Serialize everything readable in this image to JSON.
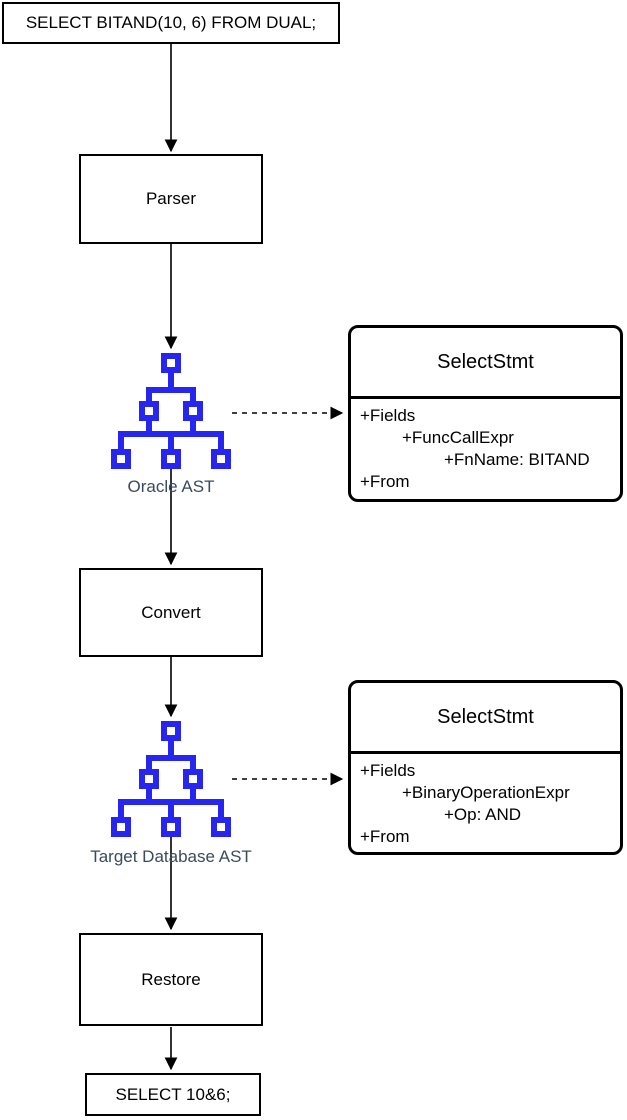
{
  "diagram": {
    "colors": {
      "background": "#ffffff",
      "line": "#000000",
      "ast_icon_blue": "#2626ee",
      "ast_label": "#3b4a5e"
    },
    "flow": {
      "sql_input": "SELECT BITAND(10, 6) FROM DUAL;",
      "parser": "Parser",
      "oracle_ast_label": "Oracle AST",
      "convert": "Convert",
      "target_ast_label": "Target Database AST",
      "restore": "Restore",
      "sql_output": "SELECT 10&6;"
    },
    "uml_boxes": [
      {
        "title": "SelectStmt",
        "lines": [
          {
            "text": "+Fields",
            "indent": 0
          },
          {
            "text": "+FuncCallExpr",
            "indent": 1
          },
          {
            "text": "+FnName: BITAND",
            "indent": 2
          },
          {
            "text": "+From",
            "indent": 0
          }
        ]
      },
      {
        "title": "SelectStmt",
        "lines": [
          {
            "text": "+Fields",
            "indent": 0
          },
          {
            "text": "+BinaryOperationExpr",
            "indent": 1
          },
          {
            "text": "+Op: AND",
            "indent": 2
          },
          {
            "text": "+From",
            "indent": 0
          }
        ]
      }
    ],
    "icons": {
      "ast_tree": "ast-tree-icon"
    }
  }
}
